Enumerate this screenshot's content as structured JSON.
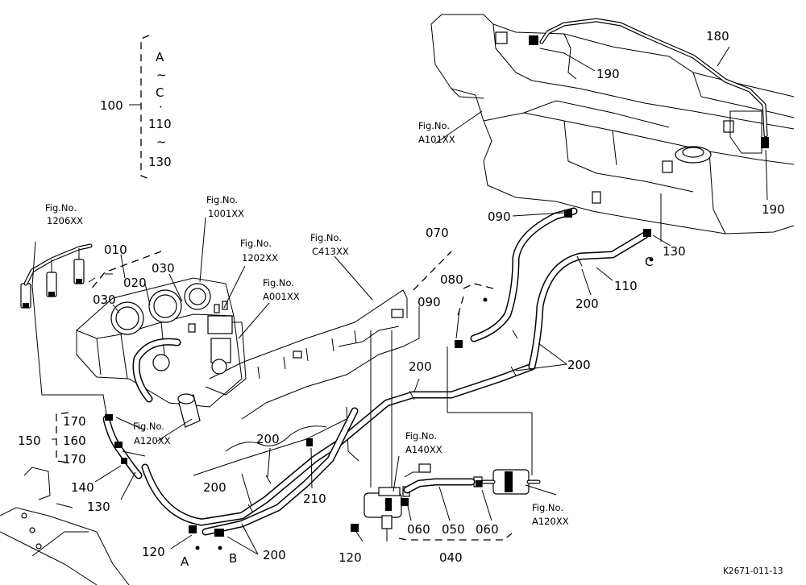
{
  "range_key": {
    "label": "100",
    "lines": [
      "A",
      "~",
      "C",
      "·",
      "110",
      "~",
      "130"
    ]
  },
  "callouts": {
    "c010": "010",
    "c020": "020",
    "c030a": "030",
    "c030b": "030",
    "c040": "040",
    "c050": "050",
    "c060a": "060",
    "c060b": "060",
    "c070": "070",
    "c080": "080",
    "c090a": "090",
    "c090b": "090",
    "c110": "110",
    "c120a": "120",
    "c120b": "120",
    "c130a": "130",
    "c130b": "130",
    "c140": "140",
    "c150": "150",
    "c160": "160",
    "c170a": "170",
    "c170b": "170",
    "c180": "180",
    "c190a": "190",
    "c190b": "190",
    "c200a": "200",
    "c200b": "200",
    "c200c": "200",
    "c200d": "200",
    "c200e": "200",
    "c200f": "200",
    "c210": "210"
  },
  "letters": {
    "a": "A",
    "b": "B",
    "c": "C"
  },
  "fig_refs": {
    "label": "Fig.No.",
    "f1206": "1206XX",
    "f1001": "1001XX",
    "f1202": "1202XX",
    "fA001": "A001XX",
    "fC413": "C413XX",
    "fA101": "A101XX",
    "fA120a": "A120XX",
    "fA140": "A140XX",
    "fA120b": "A120XX"
  },
  "caption": "K2671-011-13"
}
